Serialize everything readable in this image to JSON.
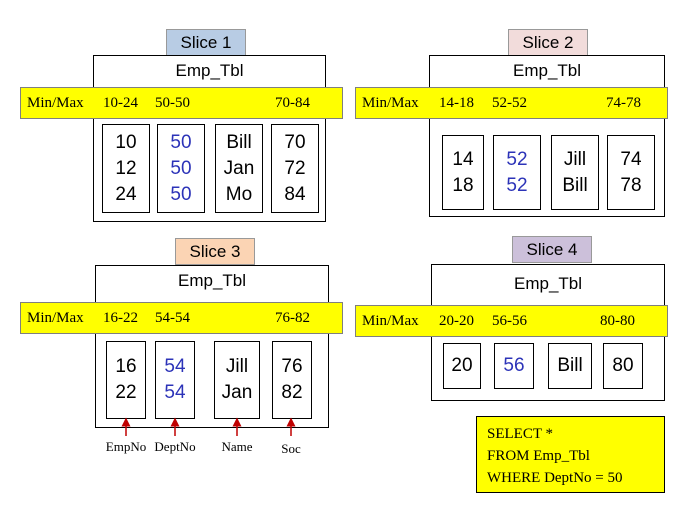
{
  "table_name": "Emp_Tbl",
  "minmax_label": "Min/Max",
  "slices": [
    {
      "title": "Slice 1",
      "tab_color": "#b8cce4",
      "ranges": [
        "10-24",
        "50-50",
        "70-84"
      ],
      "columns": [
        [
          "10",
          "12",
          "24"
        ],
        [
          "50",
          "50",
          "50"
        ],
        [
          "Bill",
          "Jan",
          "Mo"
        ],
        [
          "70",
          "72",
          "84"
        ]
      ]
    },
    {
      "title": "Slice 2",
      "tab_color": "#f2dcdb",
      "ranges": [
        "14-18",
        "52-52",
        "74-78"
      ],
      "columns": [
        [
          "14",
          "18"
        ],
        [
          "52",
          "52"
        ],
        [
          "Jill",
          "Bill"
        ],
        [
          "74",
          "78"
        ]
      ]
    },
    {
      "title": "Slice 3",
      "tab_color": "#fbd4b4",
      "ranges": [
        "16-22",
        "54-54",
        "76-82"
      ],
      "columns": [
        [
          "16",
          "22"
        ],
        [
          "54",
          "54"
        ],
        [
          "Jill",
          "Jan"
        ],
        [
          "76",
          "82"
        ]
      ]
    },
    {
      "title": "Slice 4",
      "tab_color": "#ccc0da",
      "ranges": [
        "20-20",
        "56-56",
        "80-80"
      ],
      "columns": [
        [
          "20"
        ],
        [
          "56"
        ],
        [
          "Bill"
        ],
        [
          "80"
        ]
      ]
    }
  ],
  "column_labels": [
    "EmpNo",
    "DeptNo",
    "Name",
    "Soc"
  ],
  "sql": [
    "SELECT *",
    "FROM Emp_Tbl",
    "WHERE DeptNo = 50"
  ],
  "colors": {
    "highlight": "#ffff00",
    "dept_text": "#2c33b8",
    "arrow": "#c00000"
  }
}
